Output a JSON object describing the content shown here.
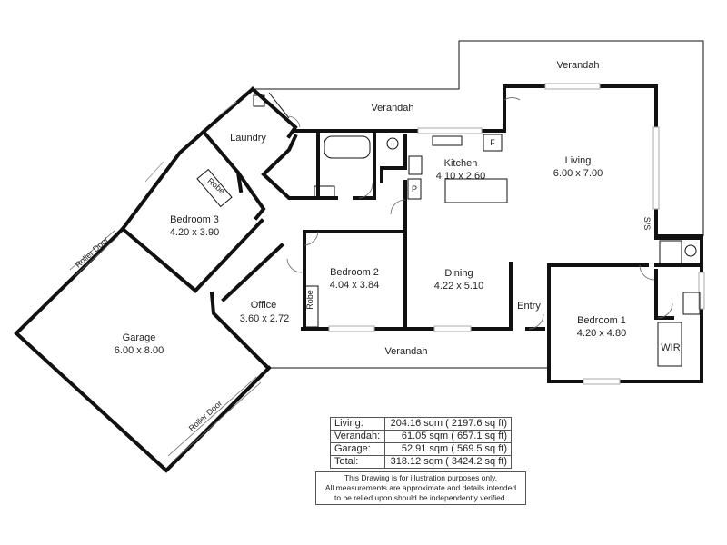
{
  "rooms": {
    "living": {
      "name": "Living",
      "dims": "6.00 x 7.00"
    },
    "kitchen": {
      "name": "Kitchen",
      "dims": "4.10 x 2.60"
    },
    "dining": {
      "name": "Dining",
      "dims": "4.22 x 5.10"
    },
    "bedroom1": {
      "name": "Bedroom 1",
      "dims": "4.20 x 4.80"
    },
    "bedroom2": {
      "name": "Bedroom 2",
      "dims": "4.04 x 3.84"
    },
    "bedroom3": {
      "name": "Bedroom 3",
      "dims": "4.20 x 3.90"
    },
    "office": {
      "name": "Office",
      "dims": "3.60 x 2.72"
    },
    "garage": {
      "name": "Garage",
      "dims": "6.00 x 8.00"
    },
    "laundry": {
      "name": "Laundry"
    },
    "entry": {
      "name": "Entry"
    },
    "wir": {
      "name": "WIR"
    }
  },
  "labels": {
    "verandah_top": "Verandah",
    "verandah_mid": "Verandah",
    "verandah_bottom": "Verandah",
    "robe_bed3": "Robe",
    "robe_bed2": "Robe",
    "roller_door_1": "Roller Door",
    "roller_door_2": "Roller Door",
    "sliding": "S/S",
    "fridge": "F",
    "pantry": "P"
  },
  "areas": [
    {
      "label": "Living:",
      "value": "204.16 sqm (  2197.6 sq ft)"
    },
    {
      "label": "Verandah:",
      "value": "61.05 sqm (    657.1 sq ft)"
    },
    {
      "label": "Garage:",
      "value": "52.91 sqm (    569.5 sq ft)"
    },
    {
      "label": "Total:",
      "value": "318.12 sqm (  3424.2 sq ft)"
    }
  ],
  "disclaimer": [
    "This Drawing is for illustration purposes only.",
    "All measurements are approximate and details intended",
    "to be relied upon should be independently verified."
  ]
}
